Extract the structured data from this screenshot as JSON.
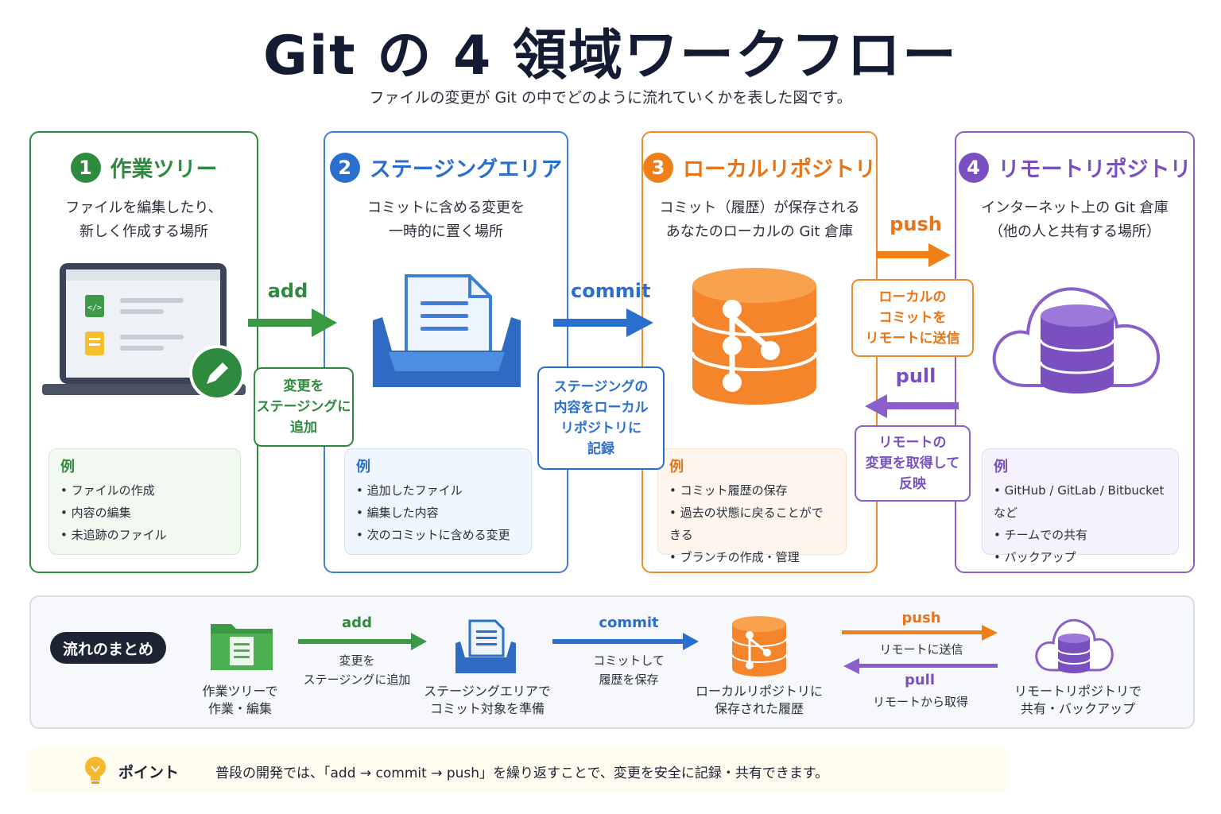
{
  "title": "Git の 4 領域ワークフロー",
  "subtitle": "ファイルの変更が Git の中でどのように流れていくかを表した図です。",
  "colors": {
    "green": "#2e8b3d",
    "blue": "#2b6fce",
    "orange": "#f07f1a",
    "purple": "#7a4fc0"
  },
  "areas": [
    {
      "num": "1",
      "name": "作業ツリー",
      "desc": [
        "ファイルを編集したり、",
        "新しく作成する場所"
      ],
      "icon": "laptop-edit-icon",
      "example_title": "例",
      "examples": [
        "ファイルの作成",
        "内容の編集",
        "未追跡のファイル"
      ]
    },
    {
      "num": "2",
      "name": "ステージングエリア",
      "desc": [
        "コミットに含める変更を",
        "一時的に置く場所"
      ],
      "icon": "document-tray-icon",
      "example_title": "例",
      "examples": [
        "追加したファイル",
        "編集した内容",
        "次のコミットに含める変更"
      ]
    },
    {
      "num": "3",
      "name": "ローカルリポジトリ",
      "desc": [
        "コミット（履歴）が保存される",
        "あなたのローカルの Git 倉庫"
      ],
      "icon": "git-database-icon",
      "example_title": "例",
      "examples": [
        "コミット履歴の保存",
        "過去の状態に戻ることができる",
        "ブランチの作成・管理"
      ]
    },
    {
      "num": "4",
      "name": "リモートリポジトリ",
      "desc": [
        "インターネット上の Git 倉庫",
        "（他の人と共有する場所）"
      ],
      "icon": "cloud-database-icon",
      "example_title": "例",
      "examples": [
        "GitHub / GitLab / Bitbucket など",
        "チームでの共有",
        "バックアップ"
      ]
    }
  ],
  "connectors": {
    "add": {
      "label": "add",
      "bubble": [
        "変更を",
        "ステージングに",
        "追加"
      ]
    },
    "commit": {
      "label": "commit",
      "bubble": [
        "ステージングの",
        "内容をローカル",
        "リポジトリに",
        "記録"
      ]
    },
    "push": {
      "label": "push",
      "bubble": [
        "ローカルの",
        "コミットを",
        "リモートに送信"
      ]
    },
    "pull": {
      "label": "pull",
      "bubble": [
        "リモートの",
        "変更を取得して",
        "反映"
      ]
    }
  },
  "summary": {
    "label": "流れのまとめ",
    "steps": [
      {
        "caption": [
          "作業ツリーで",
          "作業・編集"
        ],
        "icon": "folder-icon"
      },
      {
        "caption": [
          "ステージングエリアで",
          "コミット対象を準備"
        ],
        "icon": "tray-icon"
      },
      {
        "caption": [
          "ローカルリポジトリに",
          "保存された履歴"
        ],
        "icon": "git-database-icon"
      },
      {
        "caption": [
          "リモートリポジトリで",
          "共有・バックアップ"
        ],
        "icon": "cloud-icon"
      }
    ],
    "arrows": [
      {
        "label": "add",
        "sub": [
          "変更を",
          "ステージングに追加"
        ]
      },
      {
        "label": "commit",
        "sub": [
          "コミットして",
          "履歴を保存"
        ]
      },
      {
        "label": "push",
        "sub": [
          "リモートに送信"
        ]
      },
      {
        "label": "pull",
        "sub": [
          "リモートから取得"
        ]
      }
    ]
  },
  "point": {
    "label": "ポイント",
    "text": "普段の開発では、「add → commit → push」を繰り返すことで、変更を安全に記録・共有できます。",
    "icon": "lightbulb-icon"
  }
}
